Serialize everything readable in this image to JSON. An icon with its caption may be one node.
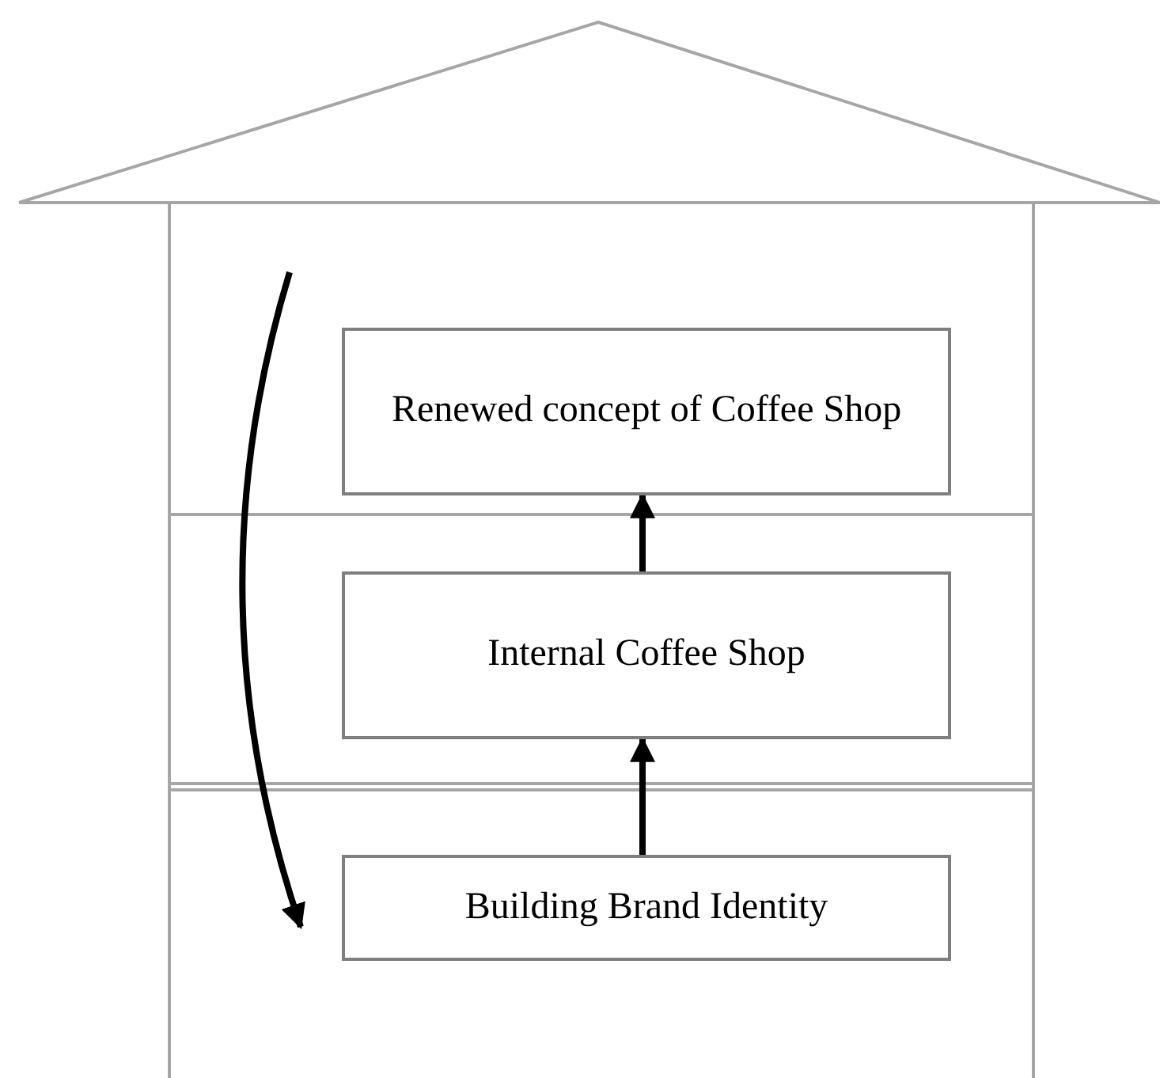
{
  "diagram": {
    "nodes": [
      {
        "text": [
          "Renewed concept of Coffee Shop"
        ]
      },
      {
        "text": [
          "Internal Coffee Shop"
        ]
      },
      {
        "text": [
          "Building Brand Identity"
        ]
      }
    ],
    "edges": [
      {
        "from": 1,
        "to": 0,
        "arrow": "to"
      },
      {
        "from": 2,
        "to": 1,
        "arrow": "to"
      },
      {
        "from": null,
        "to": 2,
        "arrow": "to"
      }
    ]
  }
}
